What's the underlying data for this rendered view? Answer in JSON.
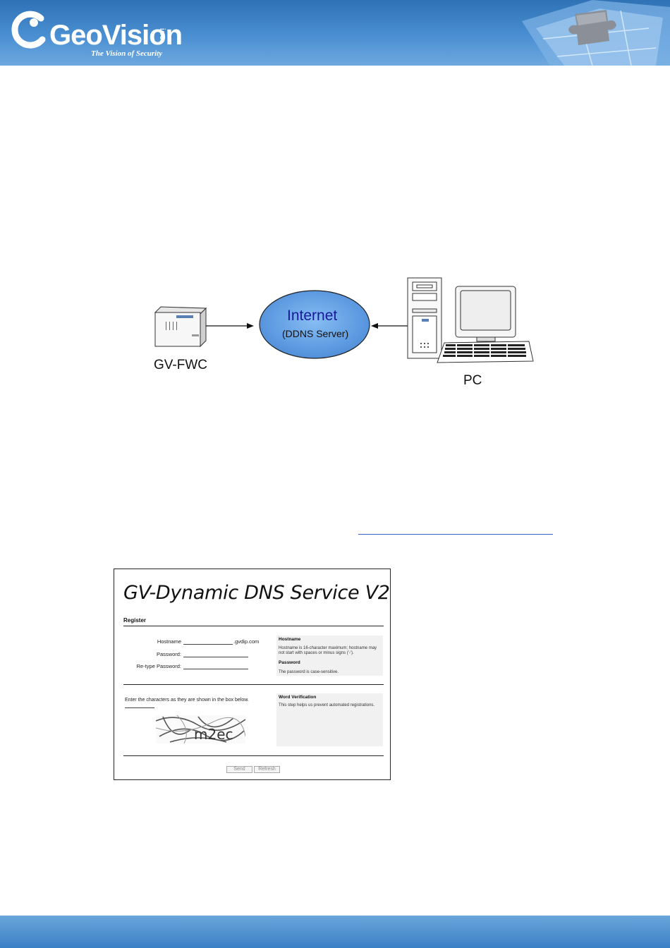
{
  "header": {
    "brand": "GeoVision",
    "brand_suffix": "inc",
    "tagline": "The Vision of Security"
  },
  "diagram": {
    "device_label": "GV-FWC",
    "cloud_title": "Internet",
    "cloud_subtitle": "(DDNS Server)",
    "pc_label": "PC"
  },
  "form": {
    "title": "GV-Dynamic DNS Service V2",
    "section": "Register",
    "fields": {
      "hostname_label": "Hostname",
      "hostname_suffix": ".gvdip.com",
      "password_label": "Password:",
      "retype_label": "Re-type Password:"
    },
    "info": {
      "hostname_heading": "Hostname",
      "hostname_text": "Hostname is 16-character maximum; hostname may not start with spaces or minus signs ('-').",
      "password_heading": "Password",
      "password_text": "The password is case-sensitive.",
      "verification_heading": "Word Verification",
      "verification_text": "This step helps us prevent automated registrations."
    },
    "captcha_instruction": "Enter the characters as they are shown in the box below.",
    "captcha_text": "m2ec",
    "buttons": {
      "send": "Send",
      "refresh": "Refresh"
    }
  },
  "colors": {
    "header_blue": "#2f72b6",
    "cloud_fill": "#5b9be3",
    "cloud_title": "#1a1a9a",
    "link_underline": "#3a64c8"
  }
}
